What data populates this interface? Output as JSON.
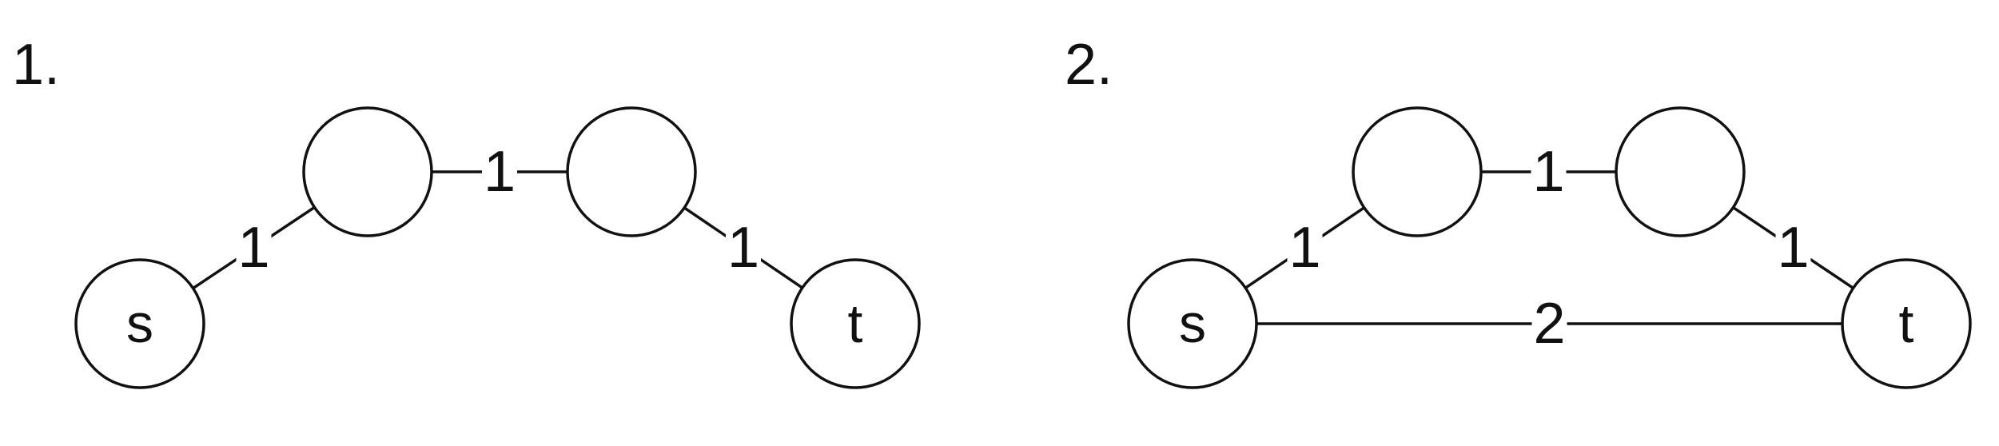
{
  "diagrams": [
    {
      "label": "1.",
      "nodes": [
        {
          "id": "s",
          "text": "s"
        },
        {
          "id": "a",
          "text": ""
        },
        {
          "id": "b",
          "text": ""
        },
        {
          "id": "t",
          "text": "t"
        }
      ],
      "edges": [
        {
          "from": "s",
          "to": "a",
          "weight": "1"
        },
        {
          "from": "a",
          "to": "b",
          "weight": "1"
        },
        {
          "from": "b",
          "to": "t",
          "weight": "1"
        }
      ]
    },
    {
      "label": "2.",
      "nodes": [
        {
          "id": "s",
          "text": "s"
        },
        {
          "id": "a",
          "text": ""
        },
        {
          "id": "b",
          "text": ""
        },
        {
          "id": "t",
          "text": "t"
        }
      ],
      "edges": [
        {
          "from": "s",
          "to": "a",
          "weight": "1"
        },
        {
          "from": "a",
          "to": "b",
          "weight": "1"
        },
        {
          "from": "b",
          "to": "t",
          "weight": "1"
        },
        {
          "from": "s",
          "to": "t",
          "weight": "2"
        }
      ]
    }
  ],
  "colors": {
    "stroke": "#111111",
    "background": "#ffffff"
  }
}
